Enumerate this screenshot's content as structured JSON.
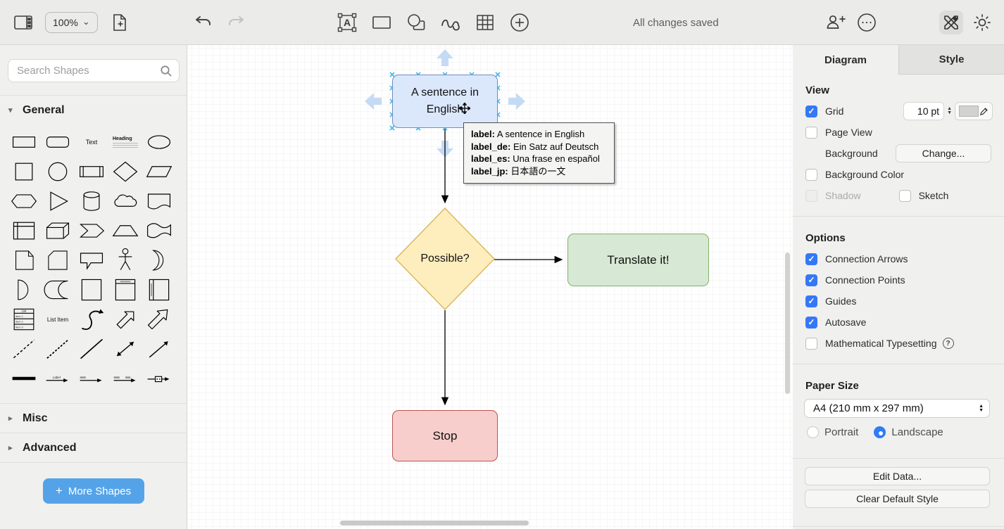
{
  "icons": {
    "check": "✓",
    "chevron_down": "⌄",
    "disclosure_open": "▾",
    "disclosure_closed": "▸",
    "stepper_up": "▲",
    "stepper_down": "▼",
    "question": "?",
    "plus": "+"
  },
  "toolbar": {
    "zoom_level": "100%",
    "status": "All changes saved"
  },
  "sidebar": {
    "search_placeholder": "Search Shapes",
    "sections": {
      "general": "General",
      "misc": "Misc",
      "advanced": "Advanced"
    },
    "palette_text": {
      "text": "Text",
      "heading": "Heading",
      "list": "List",
      "list_item": "List Item",
      "label": "Label"
    },
    "more_shapes_label": "More Shapes"
  },
  "canvas": {
    "nodes": {
      "english": {
        "label": "A sentence in English",
        "fill": "#dbe8fc",
        "stroke": "#6c8ebf",
        "selected": true
      },
      "possible": {
        "label": "Possible?",
        "fill": "#ffeebd",
        "stroke": "#d8b659",
        "shape": "diamond"
      },
      "translate": {
        "label": "Translate it!",
        "fill": "#d7e8d4",
        "stroke": "#82b366"
      },
      "stop": {
        "label": "Stop",
        "fill": "#f8cecc",
        "stroke": "#b85450"
      }
    },
    "tooltip": {
      "rows": [
        {
          "key": "label:",
          "value": "A sentence in English"
        },
        {
          "key": "label_de:",
          "value": "Ein Satz auf Deutsch"
        },
        {
          "key": "label_es:",
          "value": "Una frase en español"
        },
        {
          "key": "label_jp:",
          "value": "日本語の一文"
        }
      ]
    }
  },
  "panel": {
    "tabs": {
      "diagram": "Diagram",
      "style": "Style",
      "active": "Diagram"
    },
    "view": {
      "heading": "View",
      "grid_label": "Grid",
      "grid_checked": true,
      "grid_size": "10 pt",
      "page_view_label": "Page View",
      "page_view_checked": false,
      "background_label": "Background",
      "background_button": "Change...",
      "background_color_label": "Background Color",
      "background_color_checked": false,
      "shadow_label": "Shadow",
      "shadow_checked": false,
      "shadow_disabled": true,
      "sketch_label": "Sketch",
      "sketch_checked": false
    },
    "options": {
      "heading": "Options",
      "items": [
        {
          "label": "Connection Arrows",
          "checked": true
        },
        {
          "label": "Connection Points",
          "checked": true
        },
        {
          "label": "Guides",
          "checked": true
        },
        {
          "label": "Autosave",
          "checked": true
        },
        {
          "label": "Mathematical Typesetting",
          "checked": false,
          "has_help": true
        }
      ]
    },
    "paper": {
      "heading": "Paper Size",
      "value": "A4 (210 mm x 297 mm)",
      "portrait_label": "Portrait",
      "landscape_label": "Landscape",
      "orientation": "Landscape"
    },
    "buttons": {
      "edit_data": "Edit Data...",
      "clear_default_style": "Clear Default Style"
    }
  }
}
